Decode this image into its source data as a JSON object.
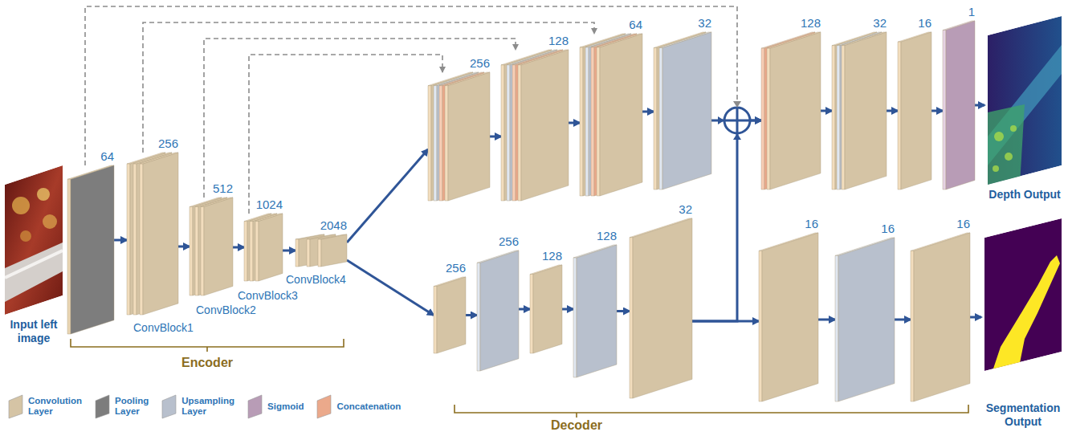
{
  "diagram": {
    "nodes": [
      {
        "text": [
          "Input left image"
        ]
      },
      {
        "text": [
          "64"
        ]
      },
      {
        "text": [
          "256"
        ]
      },
      {
        "text": [
          "512"
        ]
      },
      {
        "text": [
          "1024"
        ]
      },
      {
        "text": [
          "2048"
        ]
      },
      {
        "text": [
          "256"
        ]
      },
      {
        "text": [
          "128"
        ]
      },
      {
        "text": [
          "64"
        ]
      },
      {
        "text": [
          "32"
        ]
      },
      {
        "text": [
          "128"
        ]
      },
      {
        "text": [
          "32"
        ]
      },
      {
        "text": [
          "16"
        ]
      },
      {
        "text": [
          "1"
        ]
      },
      {
        "text": [
          "Depth Output"
        ]
      },
      {
        "text": [
          "256"
        ]
      },
      {
        "text": [
          "256"
        ]
      },
      {
        "text": [
          "128"
        ]
      },
      {
        "text": [
          "128"
        ]
      },
      {
        "text": [
          "32"
        ]
      },
      {
        "text": [
          "16"
        ]
      },
      {
        "text": [
          "16"
        ]
      },
      {
        "text": [
          "16"
        ]
      },
      {
        "text": [
          "Segmentation Output"
        ]
      }
    ],
    "edges": [
      {
        "from": 1,
        "to": 2,
        "arrow": "to"
      },
      {
        "from": 2,
        "to": 3,
        "arrow": "to"
      },
      {
        "from": 3,
        "to": 4,
        "arrow": "to"
      },
      {
        "from": 4,
        "to": 5,
        "arrow": "to"
      },
      {
        "from": 5,
        "to": 6,
        "arrow": "to"
      },
      {
        "from": 5,
        "to": 15,
        "arrow": "to"
      },
      {
        "from": 4,
        "to": 6,
        "arrow": "to"
      },
      {
        "from": 3,
        "to": 7,
        "arrow": "to"
      },
      {
        "from": 2,
        "to": 8,
        "arrow": "to"
      },
      {
        "from": 1,
        "to": 10,
        "arrow": "to"
      },
      {
        "from": 6,
        "to": 7,
        "arrow": "to"
      },
      {
        "from": 7,
        "to": 8,
        "arrow": "to"
      },
      {
        "from": 8,
        "to": 9,
        "arrow": "to"
      },
      {
        "from": 9,
        "to": 10,
        "arrow": "to"
      },
      {
        "from": 19,
        "to": 10,
        "arrow": "to"
      },
      {
        "from": 10,
        "to": 11,
        "arrow": "to"
      },
      {
        "from": 11,
        "to": 12,
        "arrow": "to"
      },
      {
        "from": 12,
        "to": 13,
        "arrow": "to"
      },
      {
        "from": 13,
        "to": 14,
        "arrow": "to"
      },
      {
        "from": 15,
        "to": 16,
        "arrow": "to"
      },
      {
        "from": 16,
        "to": 17,
        "arrow": "to"
      },
      {
        "from": 17,
        "to": 18,
        "arrow": "to"
      },
      {
        "from": 18,
        "to": 19,
        "arrow": "to"
      },
      {
        "from": 19,
        "to": 20,
        "arrow": "to"
      },
      {
        "from": 20,
        "to": 21,
        "arrow": "to"
      },
      {
        "from": 21,
        "to": 22,
        "arrow": "to"
      },
      {
        "from": 22,
        "to": 23,
        "arrow": "to"
      }
    ],
    "labels": [
      "ConvBlock1",
      "ConvBlock2",
      "ConvBlock3",
      "ConvBlock4",
      "Encoder",
      "Decoder"
    ],
    "legend": [
      {
        "text": "Convolution Layer",
        "color": "#d5c4a5"
      },
      {
        "text": "Pooling Layer",
        "color": "#7d7d7d"
      },
      {
        "text": "Upsampling Layer",
        "color": "#b8c0cd"
      },
      {
        "text": "Sigmoid",
        "color": "#b89cb6"
      },
      {
        "text": "Concatenation",
        "color": "#eba98b"
      }
    ]
  }
}
